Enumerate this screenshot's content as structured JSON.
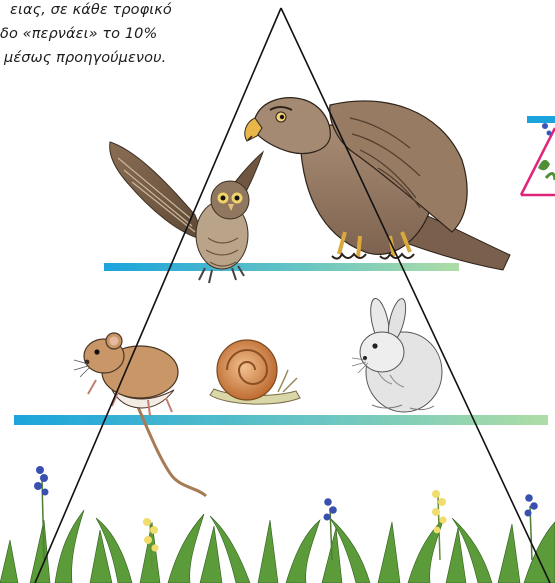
{
  "caption": {
    "lines": [
      "ειας, σε κάθε τροφικό",
      "δο «περνάει» το 10%",
      "μέσως προηγούμενου."
    ]
  },
  "levels": [
    {
      "name": "top-predators",
      "organisms": [
        "owl",
        "hawk"
      ]
    },
    {
      "name": "herbivores",
      "organisms": [
        "mouse",
        "snail",
        "rabbit"
      ]
    },
    {
      "name": "producers",
      "organisms": [
        "grass",
        "bluebonnet-flowers",
        "yellow-flowers"
      ]
    }
  ],
  "colors": {
    "bar_start": "#1ba4dc",
    "bar_end": "#a9dca5",
    "triangle_stroke": "#111111",
    "inset_triangle": "#e2237a",
    "grass": "#5c9b39"
  }
}
